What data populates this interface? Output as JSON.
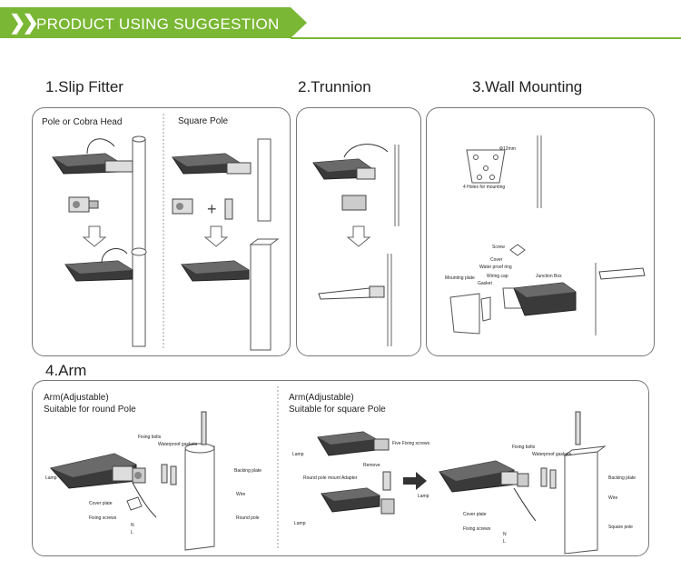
{
  "header": {
    "title": "PRODUCT USING SUGGESTION",
    "chevron_icon": "double-chevron-right-icon",
    "accent": "#7ab734"
  },
  "sections": {
    "slip_fitter": {
      "title": "1.Slip Fitter",
      "left_label": "Pole or Cobra Head",
      "right_label": "Square Pole"
    },
    "trunnion": {
      "title": "2.Trunnion"
    },
    "wall": {
      "title": "3.Wall Mounting",
      "labels": {
        "diameter": "Φ12mm",
        "holes": "4 Holes for mounting",
        "screw": "Screw",
        "cover": "Cover",
        "ring": "Water proof ring",
        "mounting_plate": "Mounting plate",
        "gasket": "Gasket",
        "wiring_cap": "Wiring cap",
        "junction_box": "Junction Box"
      }
    },
    "arm": {
      "title": "4.Arm",
      "round": {
        "line1": "Arm(Adjustable)",
        "line2": "Suitable for round Pole",
        "labels": {
          "fixing_bolts": "Fixing bolts",
          "waterproof_gaskets": "Waterproof gaskets",
          "lamp": "Lamp",
          "backing_plate": "Backing plate",
          "wire": "Wire",
          "cover_plate": "Cover plate",
          "fixing_screws": "Fixing screws",
          "round_pole": "Round pole",
          "n": "N",
          "l": "L"
        }
      },
      "square": {
        "line1": "Arm(Adjustable)",
        "line2": "Suitable for square Pole",
        "labels": {
          "lamp_top": "Lamp",
          "five_screws": "Five Fixing screws",
          "remove": "Remove",
          "adapter": "Round pole mount Adapter",
          "lamp_bottom": "Lamp",
          "fixing_bolts": "Fixing bolts",
          "waterproof_gaskets": "Waterproof gaskets",
          "lamp_mid": "Lamp",
          "backing_plate": "Backing plate",
          "wire": "Wire",
          "cover_plate": "Cover plate",
          "fixing_screws": "Fixing screws",
          "square_pole": "Square pole",
          "n": "N",
          "l": "L"
        }
      }
    }
  }
}
